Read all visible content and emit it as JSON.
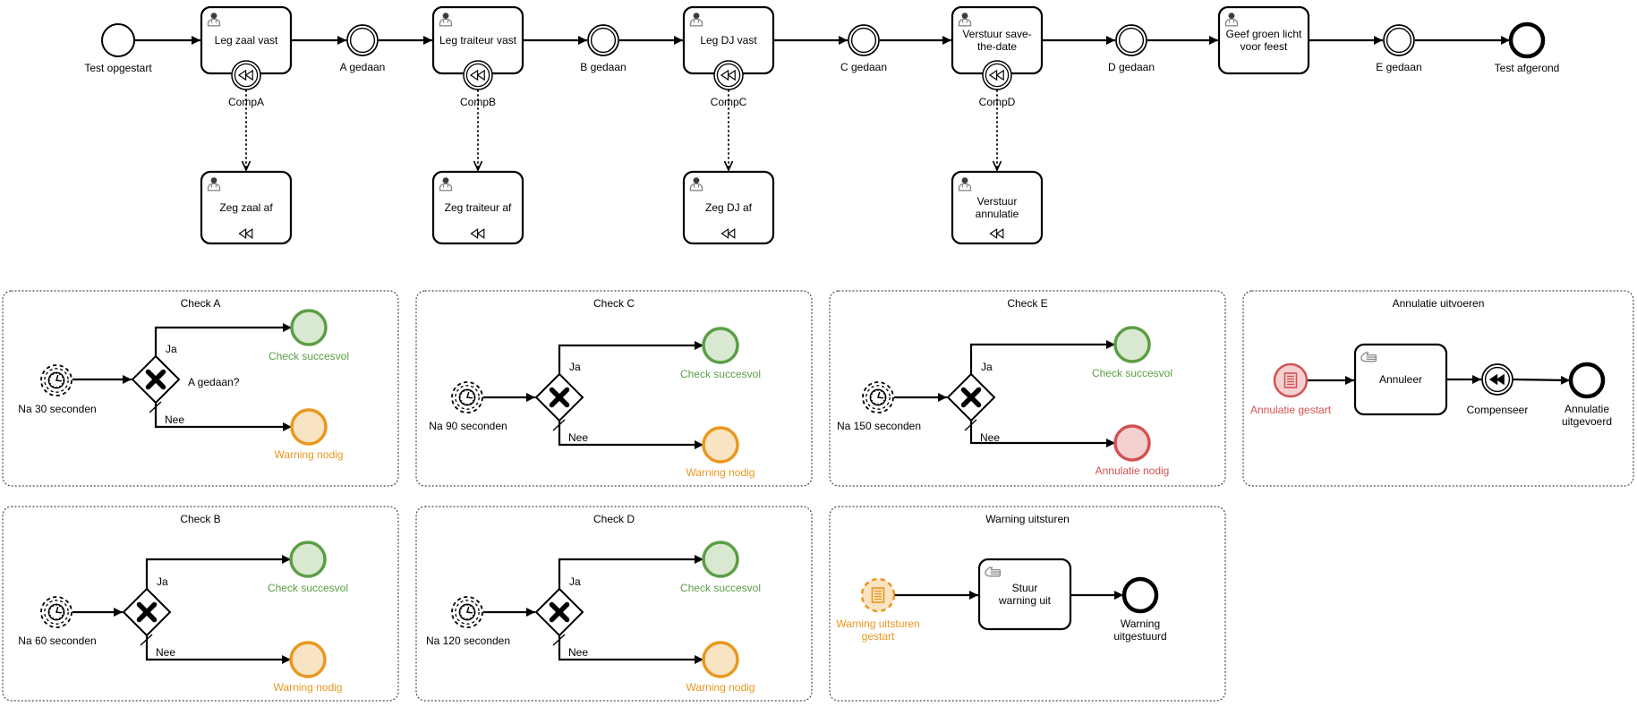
{
  "colors": {
    "black": "#000000",
    "icon_gray": "#8a8a8a",
    "green": "#5a9e45",
    "green_fill": "#d9e8d0",
    "orange": "#e9971e",
    "orange_fill": "#f8e3c3",
    "red": "#d45151",
    "red_fill": "#f3d1d1"
  },
  "main_process": {
    "start": "Test opgestart",
    "end": "Test afgerond",
    "tasks": [
      "Leg zaal vast",
      "Leg traiteur vast",
      "Leg DJ vast",
      "Verstuur save-\nthe-date",
      "Geef groen licht\nvoor feest"
    ],
    "milestones": [
      "A gedaan",
      "B gedaan",
      "C gedaan",
      "D gedaan",
      "E gedaan"
    ],
    "comp_events": [
      "CompA",
      "CompB",
      "CompC",
      "CompD"
    ],
    "comp_tasks": [
      "Zeg zaal af",
      "Zeg traiteur af",
      "Zeg DJ af",
      "Verstuur\nannulatie"
    ]
  },
  "panels": [
    {
      "title": "Check A",
      "timer_label": "Na 30 seconden",
      "gateway_label": "A gedaan?",
      "yes": "Ja",
      "no": "Nee",
      "success": "Check succesvol",
      "fail": "Warning nodig",
      "fail_color": "orange"
    },
    {
      "title": "Check C",
      "timer_label": "Na 90 seconden",
      "yes": "Ja",
      "no": "Nee",
      "success": "Check succesvol",
      "fail": "Warning nodig",
      "fail_color": "orange"
    },
    {
      "title": "Check E",
      "timer_label": "Na 150 seconden",
      "yes": "Ja",
      "no": "Nee",
      "success": "Check succesvol",
      "fail": "Annulatie nodig",
      "fail_color": "red"
    },
    {
      "title": "Annulatie uitvoeren",
      "start_label": "Annulatie gestart",
      "task": "Annuleer",
      "comp_label": "Compenseer",
      "end_label": "Annulatie\nuitgevoerd"
    },
    {
      "title": "Check B",
      "timer_label": "Na 60 seconden",
      "yes": "Ja",
      "no": "Nee",
      "success": "Check succesvol",
      "fail": "Warning nodig",
      "fail_color": "orange"
    },
    {
      "title": "Check D",
      "timer_label": "Na 120 seconden",
      "yes": "Ja",
      "no": "Nee",
      "success": "Check succesvol",
      "fail": "Warning nodig",
      "fail_color": "orange"
    },
    {
      "title": "Warning uitsturen",
      "start_label": "Warning uitsturen\ngestart",
      "task": "Stuur\nwarning uit",
      "end_label": "Warning\nuitgestuurd"
    }
  ]
}
